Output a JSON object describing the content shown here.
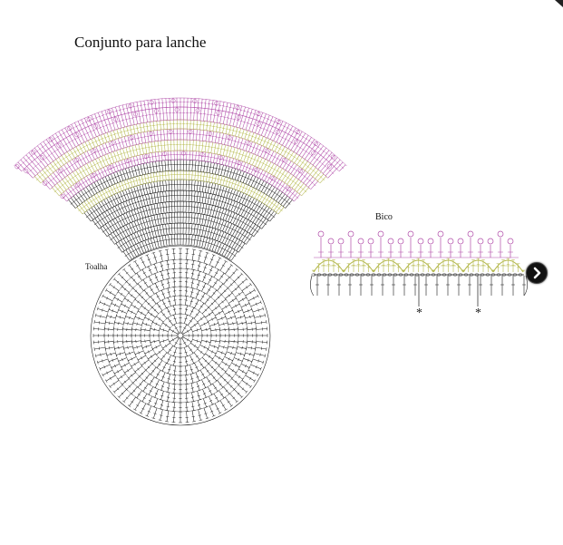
{
  "title": "Conjunto para lanche",
  "labels": {
    "toalha": "Toalha",
    "bico": "Bico",
    "marker_left": "*",
    "marker_right": "*"
  },
  "colors": {
    "black_stitch": "#1a1a1a",
    "pink_stitch": "#b04aa8",
    "olive_stitch": "#b4b84a",
    "button_bg": "#111111",
    "button_arrow": "#ffffff"
  },
  "icons": {
    "next": "chevron-right-icon"
  }
}
